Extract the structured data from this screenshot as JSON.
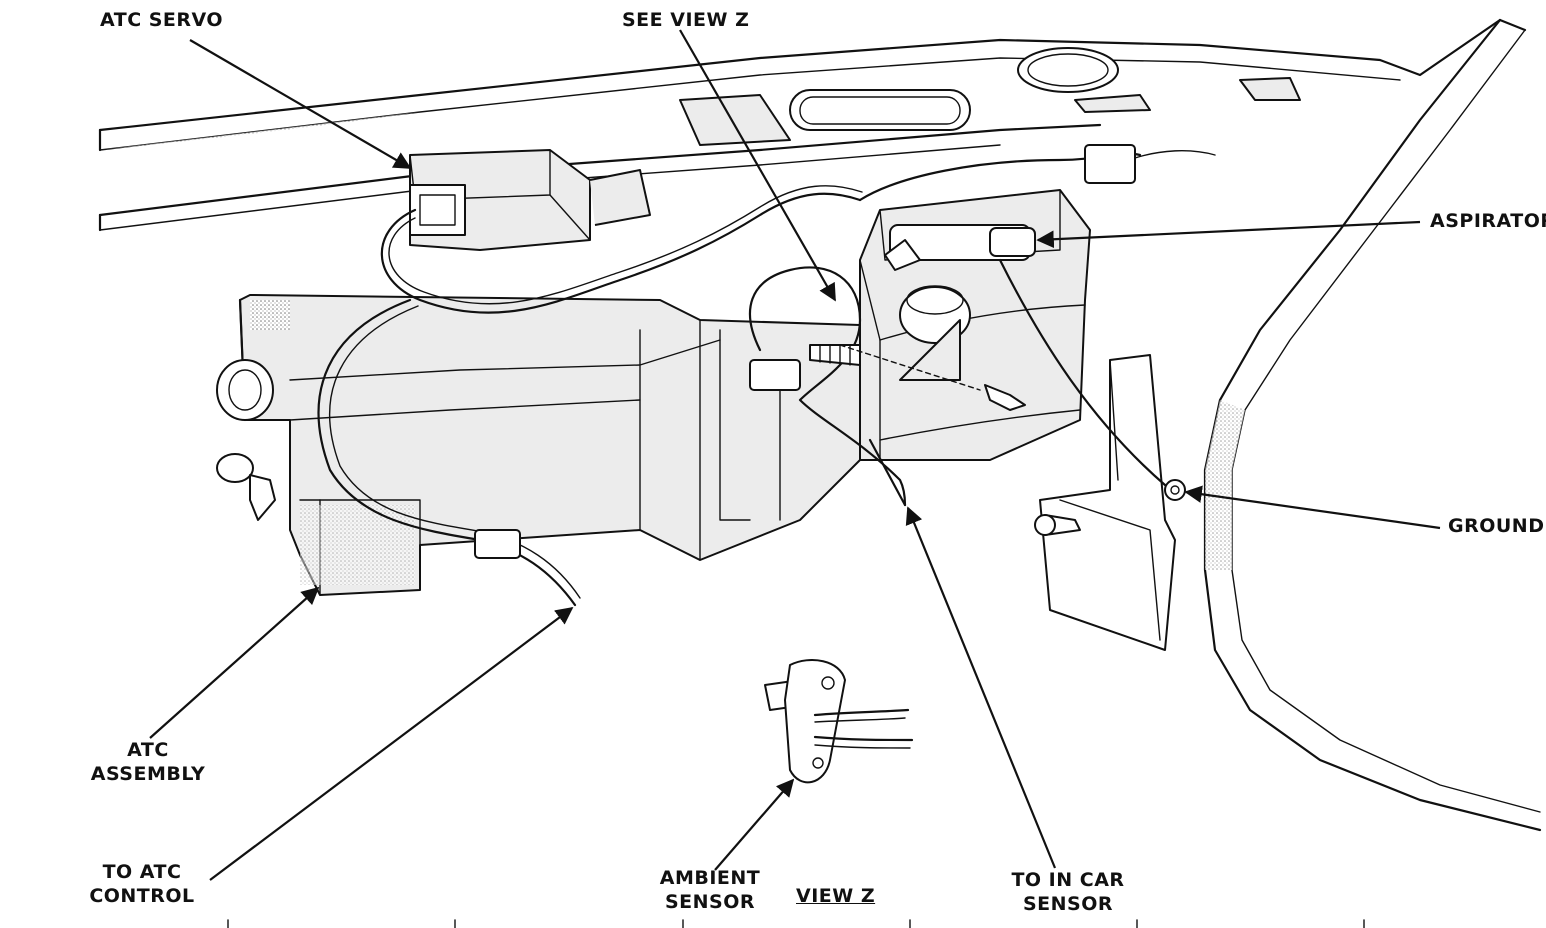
{
  "labels": {
    "atc_servo": "ATC SERVO",
    "see_view_z": "SEE VIEW Z",
    "aspirator": "ASPIRATOR",
    "ground": "GROUND",
    "atc_assembly_line1": "ATC",
    "atc_assembly_line2": "ASSEMBLY",
    "to_atc_control_line1": "TO ATC",
    "to_atc_control_line2": "CONTROL",
    "ambient_sensor_line1": "AMBIENT",
    "ambient_sensor_line2": "SENSOR",
    "view_z": "VIEW Z",
    "to_in_car_sensor_line1": "TO IN CAR",
    "to_in_car_sensor_line2": "SENSOR"
  }
}
